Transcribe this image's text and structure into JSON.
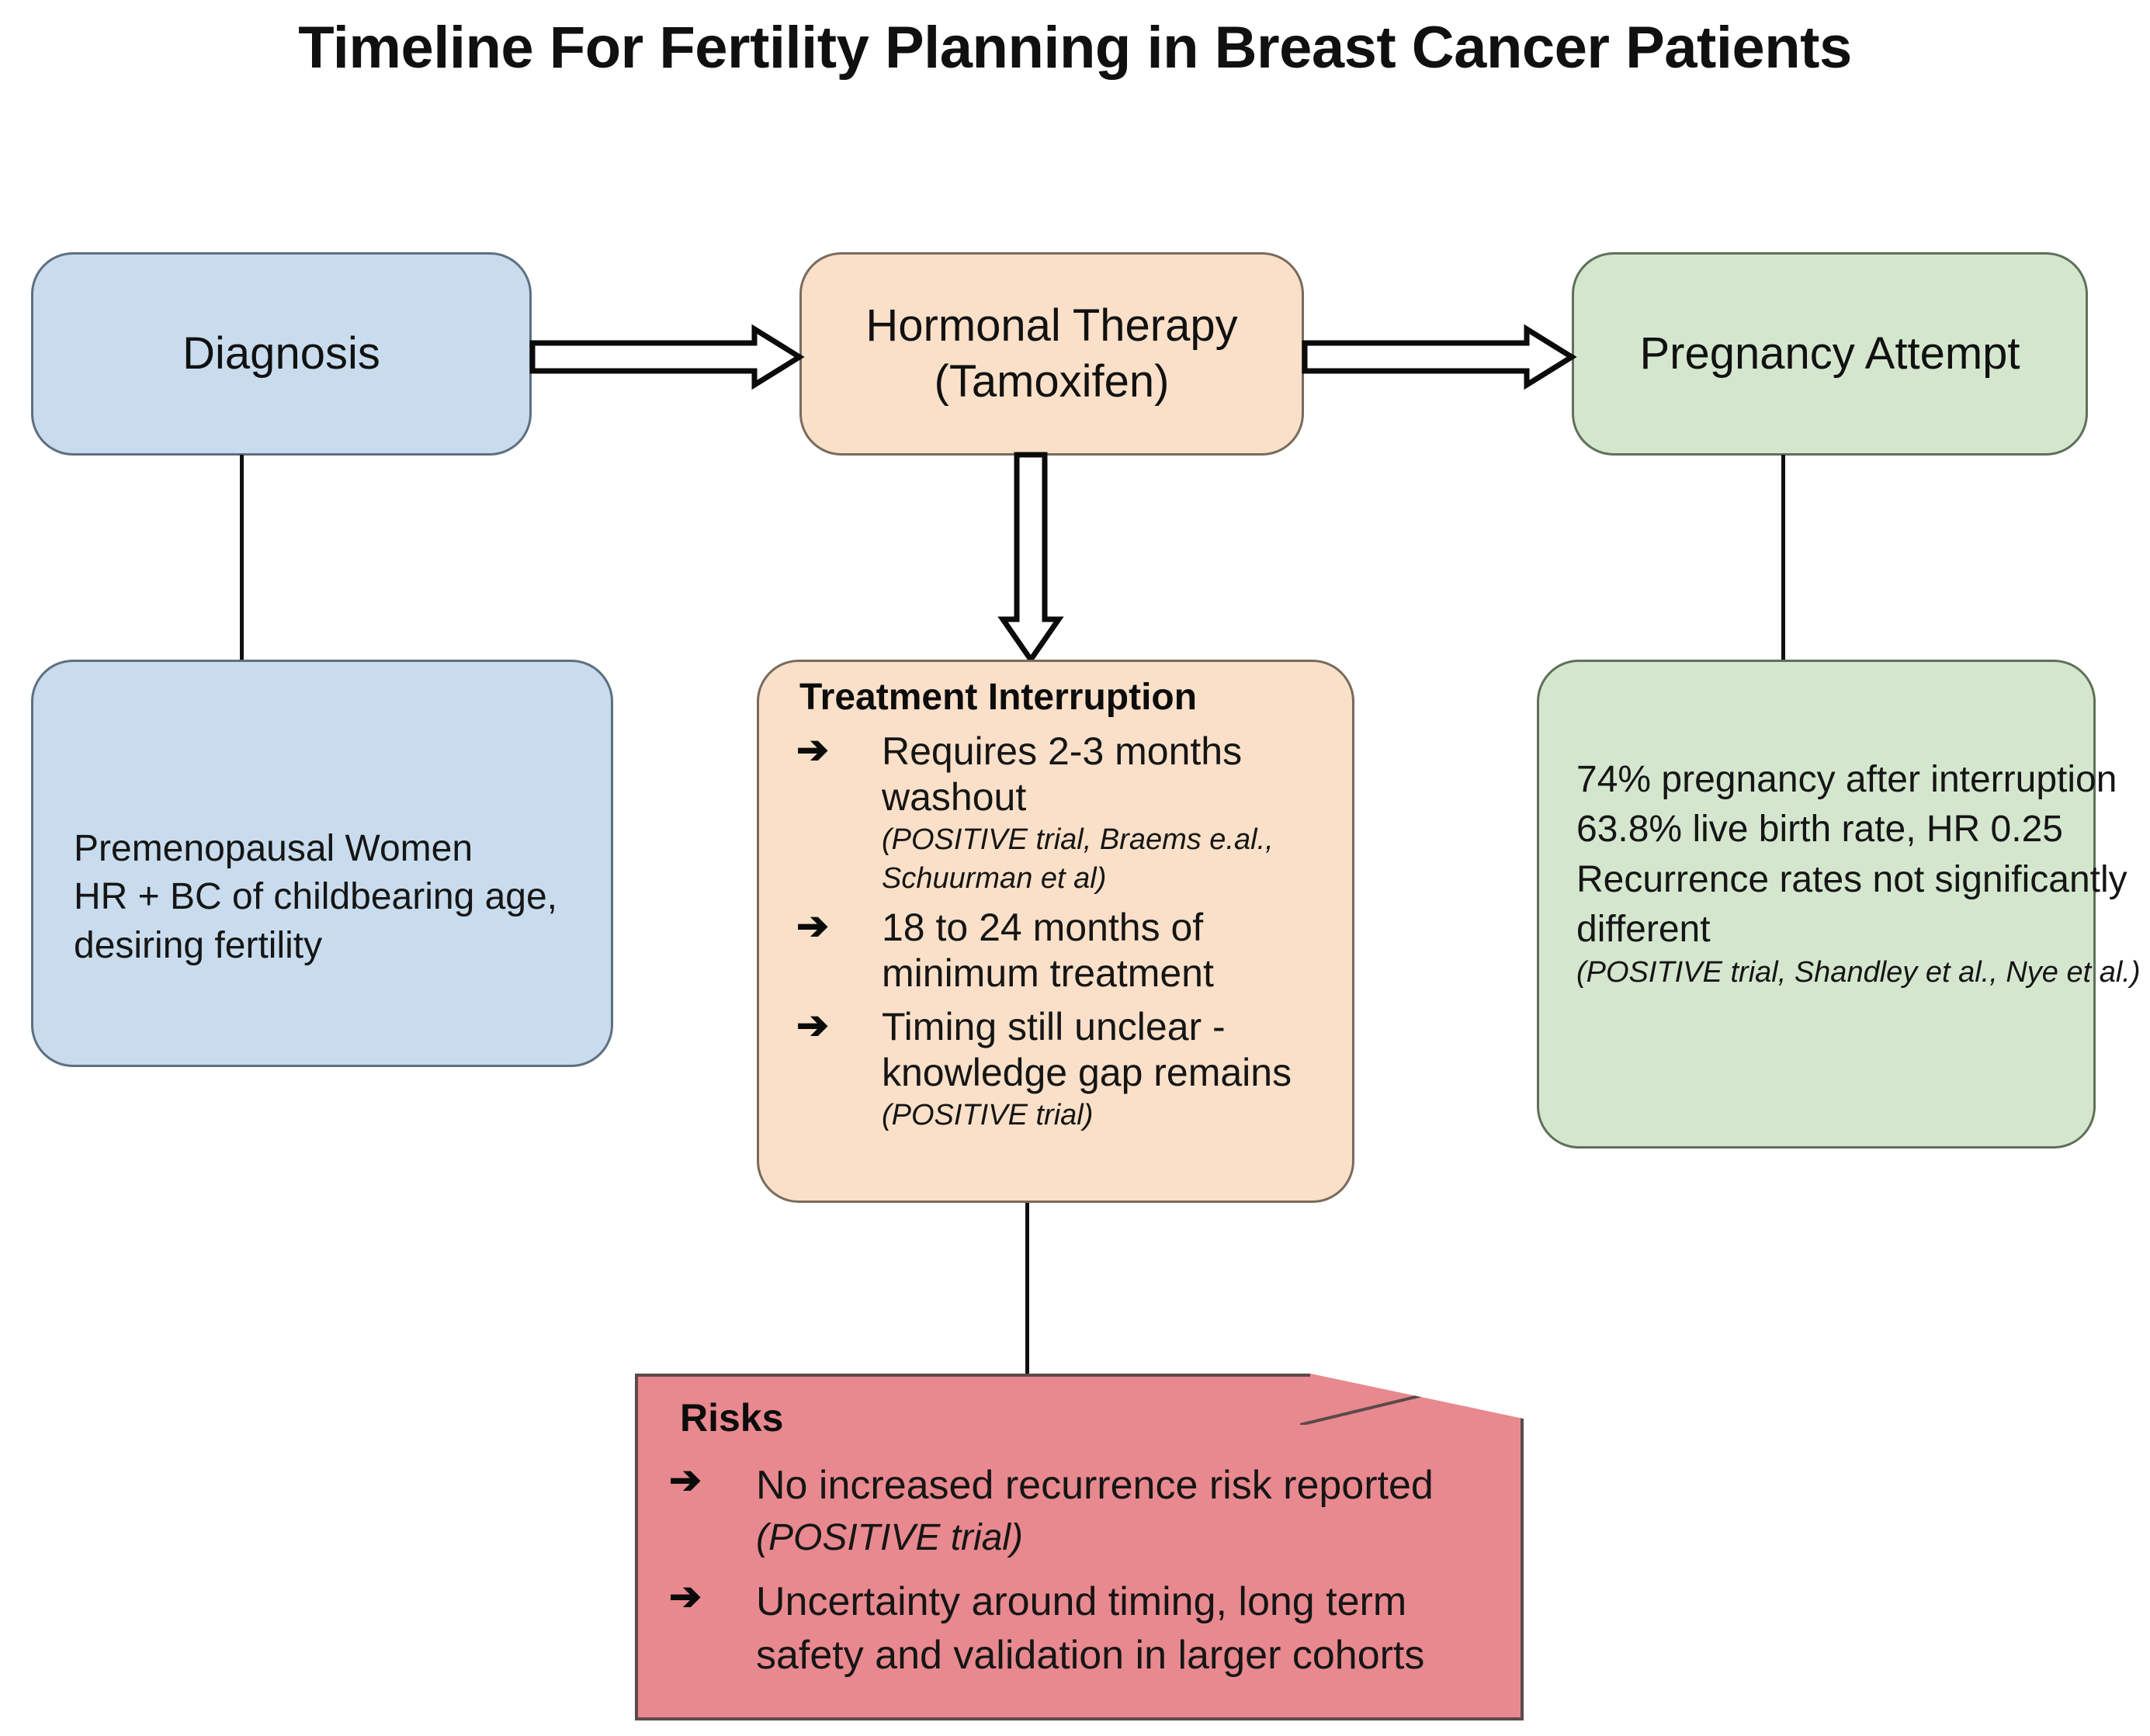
{
  "page": {
    "title": "Timeline For Fertility Planning in Breast Cancer Patients",
    "background": "#ffffff"
  },
  "colors": {
    "blue_fill": "#c8dced",
    "orange_fill": "#fae0c8",
    "green_fill": "#d5e6cf",
    "red_fill": "#e8898f",
    "stroke": "#5c5c5c",
    "text": "#111111"
  },
  "flow": {
    "stages": [
      {
        "id": "diagnosis",
        "label": "Diagnosis",
        "color": "#c8dced"
      },
      {
        "id": "hormonal",
        "label_line1": "Hormonal Therapy",
        "label_line2": "(Tamoxifen)",
        "color": "#fae0c8"
      },
      {
        "id": "pregnancy",
        "label": "Pregnancy Attempt",
        "color": "#d5e6cf"
      }
    ],
    "arrows": [
      {
        "from": "diagnosis",
        "to": "hormonal",
        "style": "hollow-block-arrow",
        "direction": "right"
      },
      {
        "from": "hormonal",
        "to": "pregnancy",
        "style": "hollow-block-arrow",
        "direction": "right"
      },
      {
        "from": "hormonal",
        "to": "treatment-interruption",
        "style": "hollow-block-arrow",
        "direction": "down"
      },
      {
        "from": "diagnosis",
        "to": "premenopausal",
        "style": "plain-line",
        "direction": "down"
      },
      {
        "from": "pregnancy",
        "to": "outcomes",
        "style": "plain-line",
        "direction": "down"
      },
      {
        "from": "treatment-interruption",
        "to": "risks",
        "style": "plain-line",
        "direction": "down"
      }
    ]
  },
  "premenopausal": {
    "lines": [
      "Premenopausal Women",
      "HR + BC of childbearing age,",
      "desiring fertility"
    ]
  },
  "treatment_interruption": {
    "heading": "Treatment Interruption",
    "bullet_glyph": "➔",
    "bullets": [
      {
        "lines": [
          "Requires 2-3 months",
          "washout"
        ],
        "citation_lines": [
          "(POSITIVE trial, Braems e.al.,",
          "Schuurman et al)"
        ]
      },
      {
        "lines": [
          "18 to 24 months of",
          "minimum treatment"
        ],
        "citation_lines": []
      },
      {
        "lines": [
          "Timing still unclear -",
          "knowledge gap remains"
        ],
        "citation_lines": [
          "(POSITIVE trial)"
        ]
      }
    ]
  },
  "outcomes": {
    "lines": [
      "74% pregnancy after interruption",
      "63.8% live birth rate, HR 0.25",
      "Recurrence rates not significantly",
      "different"
    ],
    "citation": "(POSITIVE trial, Shandley et al., Nye et al.)"
  },
  "risks": {
    "heading": "Risks",
    "bullet_glyph": "➔",
    "bullets": [
      {
        "lines": [
          "No increased recurrence risk reported"
        ],
        "citation_lines": [
          "(POSITIVE trial)"
        ]
      },
      {
        "lines": [
          "Uncertainty around timing, long term",
          "safety and validation in larger cohorts"
        ],
        "citation_lines": []
      }
    ]
  }
}
